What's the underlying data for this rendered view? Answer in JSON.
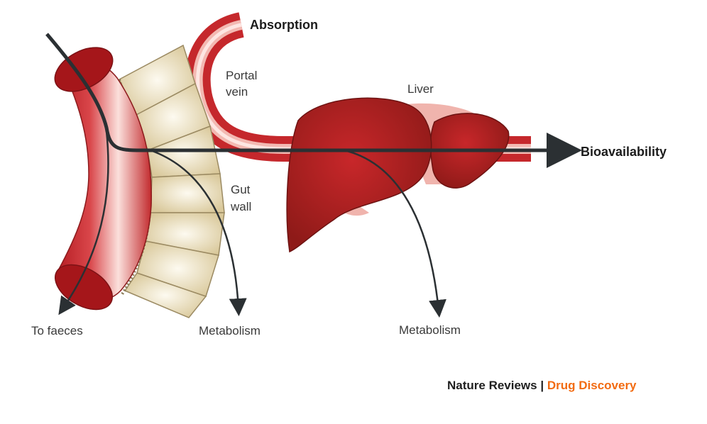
{
  "figure": {
    "labels": {
      "absorption": "Absorption",
      "portal_vein_line1": "Portal",
      "portal_vein_line2": "vein",
      "liver": "Liver",
      "bioavailability": "Bioavailability",
      "gut_wall_line1": "Gut",
      "gut_wall_line2": "wall",
      "to_faeces": "To faeces",
      "metabolism_gut": "Metabolism",
      "metabolism_liver": "Metabolism"
    },
    "credit": {
      "journal": "Nature Reviews",
      "separator": "|",
      "subtitle": "Drug Discovery"
    },
    "colors": {
      "vessel_red": "#c8282c",
      "vessel_highlight": "#f7c9c4",
      "liver_red": "#a8201f",
      "liver_ligament": "#f0b4ad",
      "gut_wall_beige": "#e6d9b0",
      "arrow": "#2b3033",
      "credit_orange": "#f26b12"
    }
  }
}
